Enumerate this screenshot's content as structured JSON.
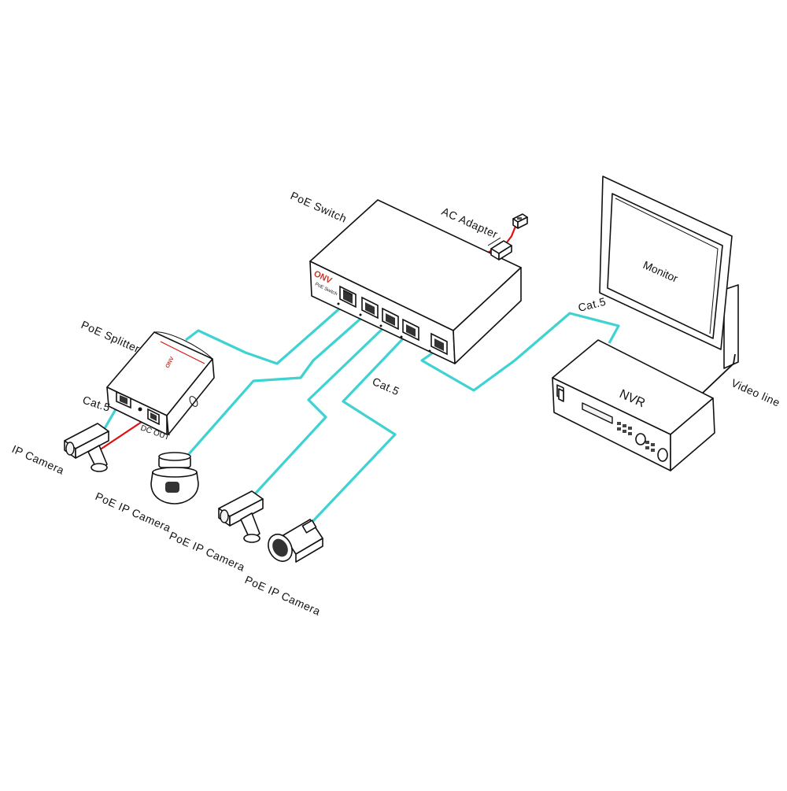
{
  "labels": {
    "poe_switch": "PoE Switch",
    "ac_adapter": "AC Adapter",
    "poe_splitter": "PoE Splitter",
    "cat5_splitter": "Cat.5",
    "cat5_switch": "Cat.5",
    "cat5_nvr": "Cat.5",
    "dc_out": "DC OUT",
    "ip_camera": "IP Camera",
    "poe_ip_camera_1": "PoE IP Camera",
    "poe_ip_camera_2": "PoE IP Camera",
    "poe_ip_camera_3": "PoE IP Camera",
    "monitor": "Monitor",
    "nvr": "NVR",
    "video_line": "Video line",
    "brand": "ONV"
  },
  "colors": {
    "cable": "#3fd2d2",
    "power": "#dd1111",
    "line": "#111111"
  },
  "icons": {
    "switch": "poe-switch-icon",
    "splitter": "poe-splitter-icon",
    "monitor": "monitor-icon",
    "nvr": "nvr-icon",
    "adapter": "ac-adapter-icon"
  }
}
